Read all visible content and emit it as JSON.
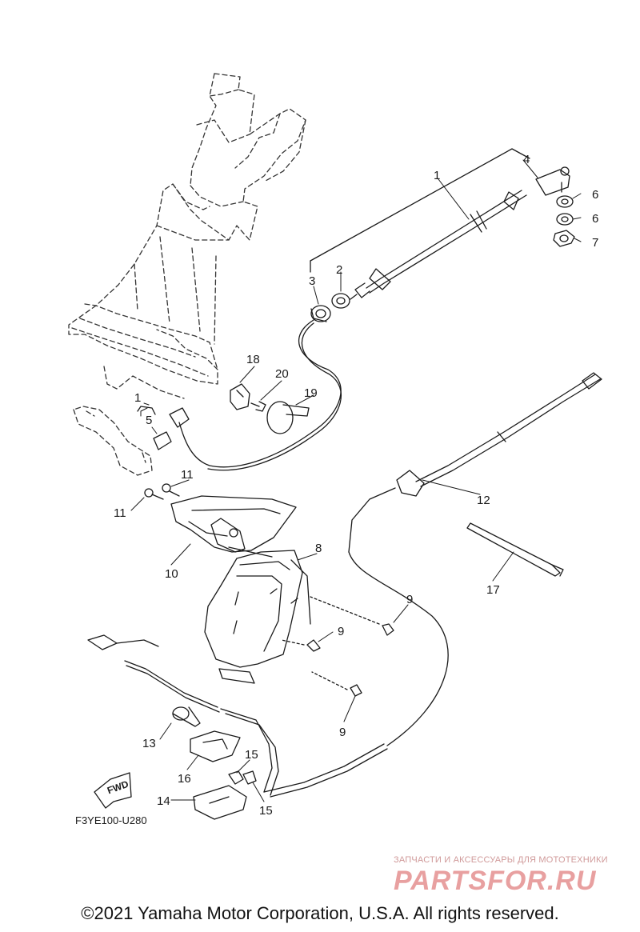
{
  "diagram": {
    "drawing_code": "F3YE100-U280",
    "fwd_label": "FWD",
    "callouts": [
      "1",
      "2",
      "3",
      "4",
      "5",
      "6",
      "6",
      "7",
      "8",
      "9",
      "9",
      "9",
      "10",
      "11",
      "11",
      "12",
      "13",
      "14",
      "15",
      "15",
      "16",
      "17",
      "18",
      "19",
      "20",
      "1"
    ]
  },
  "watermark": {
    "subtitle": "ЗАПЧАСТИ И АКСЕССУАРЫ ДЛЯ МОТОТЕХНИКИ",
    "logo": "PARTSFOR.RU"
  },
  "footer": {
    "copyright": "©2021 Yamaha Motor Corporation, U.S.A. All rights reserved."
  }
}
